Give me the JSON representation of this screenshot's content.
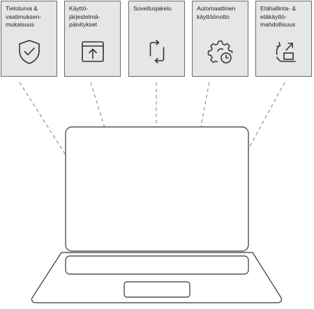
{
  "cards": [
    {
      "label": "Tietoturva &\nvaatimuksen-\nmukaisuus",
      "icon": "shield-check-icon"
    },
    {
      "label": "Käyttö-\njärjestelmä-\npäivitykset",
      "icon": "window-upload-icon"
    },
    {
      "label": "Sovellusjakelu",
      "icon": "rotate-arrows-icon"
    },
    {
      "label": "Automaattinen\nkäyttöönotto",
      "icon": "gear-clock-icon"
    },
    {
      "label": "Etähallinta- &\netäkäyttö-\nmahdollisuus",
      "icon": "remote-access-icon"
    }
  ],
  "colors": {
    "card_fill": "#e6e6e6",
    "stroke": "#333333",
    "dashed_arrow": "#8a8a8a"
  }
}
